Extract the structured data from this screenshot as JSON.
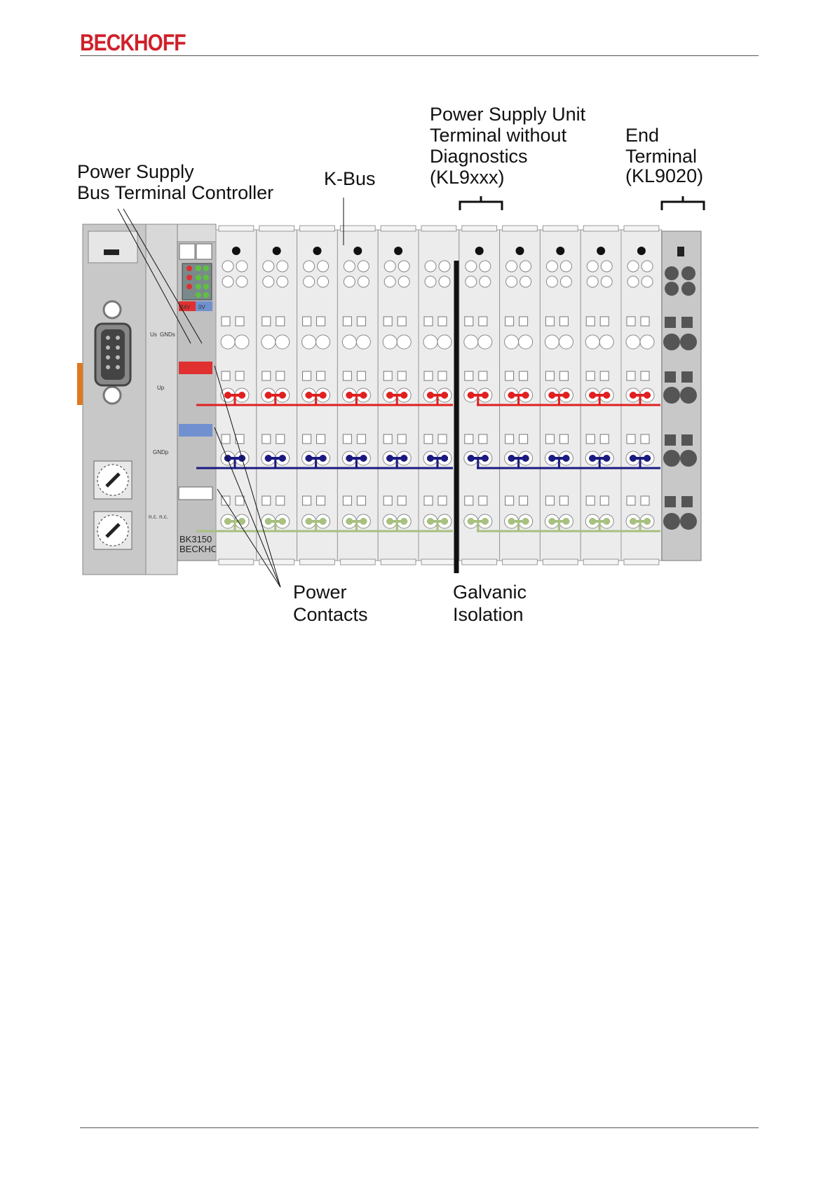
{
  "header": {
    "brand": "BECKHOFF"
  },
  "figure": {
    "labels": {
      "power_supply_line1": "Power Supply",
      "power_supply_line2": "Bus Terminal Controller",
      "kbus": "K-Bus",
      "psu_line1": "Power Supply Unit",
      "psu_line2": "Terminal without",
      "psu_line3": "Diagnostics",
      "psu_line4": "(KL9xxx)",
      "end_line1": "End",
      "end_line2": "Terminal",
      "end_line3": "(KL9020)",
      "power_contacts_line1": "Power",
      "power_contacts_line2": "Contacts",
      "galvanic_line1": "Galvanic",
      "galvanic_line2": "Isolation"
    },
    "device": {
      "model": "BK3150",
      "maker": "BECKHOFF",
      "label_24v": "24V",
      "label_0v": "0V",
      "label_us": "Us",
      "label_gnds": "GNDs",
      "label_up": "Up",
      "label_gndp": "GNDp",
      "label_nc": "n.c. n.c."
    },
    "colors": {
      "kbus": "#a8d8f0",
      "up_rail": "#e02020",
      "gnd_rail": "#1a1a80",
      "pe_rail": "#a8c080",
      "terminal_body": "#ececec",
      "end_terminal": "#c8c8c8"
    }
  }
}
